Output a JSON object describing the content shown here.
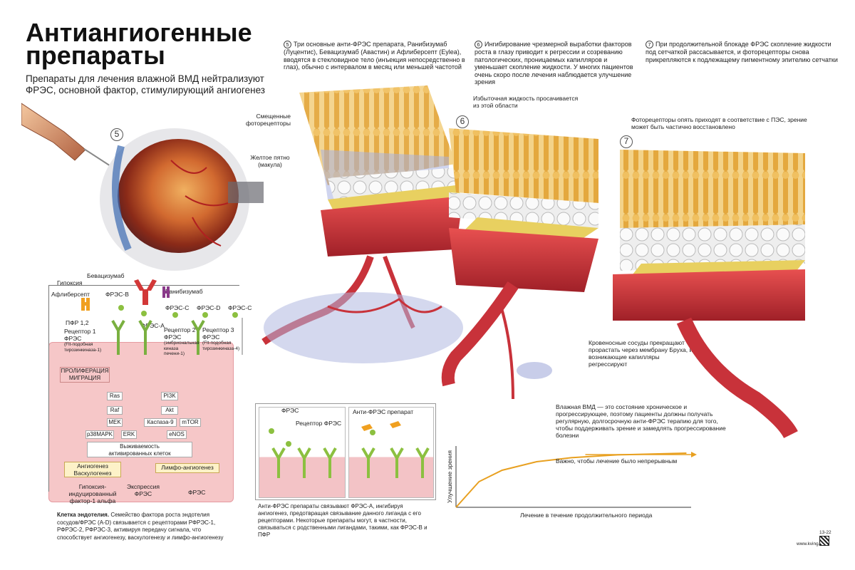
{
  "header": {
    "title_line1": "Антиангиогенные",
    "title_line2": "препараты",
    "subtitle_line1": "Препараты для лечения влажной ВМД нейтрализуют",
    "subtitle_line2": "ФРЭС, основной фактор, стимулирующий ангиогенез"
  },
  "steps": {
    "s5": {
      "num": "5",
      "text": "Три основные анти-ФРЭС препарата, Ранибизумаб (Луцентис), Бевацизумаб (Авастин) и Афлиберсепт (Eylea), вводятся в стекловидное тело (инъекция непосредственно в глаз), обычно с интервалом в месяц или меньшей частотой"
    },
    "s6": {
      "num": "6",
      "text": "Ингибирование чрезмерной выработки факторов роста в глазу приводит к регрессии и созреванию патологических, проницаемых капилляров и уменьшает скопление жидкости. У многих пациентов очень скоро после лечения наблюдается улучшение зрения"
    },
    "s7": {
      "num": "7",
      "text": "При продолжительной блокаде ФРЭС скопление жидкости под сетчаткой рассасывается, и фоторецепторы снова прикрепляются к подлежащему пигментному эпителию сетчатки"
    }
  },
  "labels": {
    "displaced": "Смещенные фоторецепторы",
    "macula": "Желтое пятно (макула)",
    "fluid": "Избыточная жидкость просачивается из этой области",
    "photo_back": "Фоторецепторы опять приходят в соответствие с ПЭС, зрение может быть частично восстановлено",
    "vessels": "Кровеносные сосуды прекращают прорастать через мембрану Бруха, и возникающие капилляры регрессируют",
    "wet_amd": "Влажная ВМД — это состояние хроническое и прогрессирующее, поэтому пациенты должны получать регулярную, долгосрочную анти-ФРЭС терапию для того, чтобы поддерживать зрение и замедлять прогрессирование болезни"
  },
  "pathway": {
    "hypoxia": "Гипоксия",
    "bevacizumab": "Бевацизумаб",
    "aflibercept": "Афлиберсепт",
    "ranibizumab": "Ранибизумаб",
    "vegf_b": "ФРЭС-B",
    "vegf_a": "ФРЭС-A",
    "vegf_c1": "ФРЭС-C",
    "vegf_d": "ФРЭС-D",
    "vegf_c2": "ФРЭС-C",
    "pgf": "ПФР 1,2",
    "r1": "Рецептор 1 ФРЭС",
    "r1_sub": "(Flt-подобная тирозинкиназа-1)",
    "r2": "Рецептор 2 ФРЭС",
    "r2_sub": "(эмбриональная киназа печени-1)",
    "r3": "Рецептор 3 ФРЭС",
    "r3_sub": "(Flt-подобная тирозинкиназа-4)",
    "prolif": "ПРОЛИФЕРАЦИЯ МИГРАЦИЯ",
    "ras": "Ras",
    "raf": "Raf",
    "mek": "MEK",
    "p38": "p38MAPK",
    "erk": "ERK",
    "pi3k": "PI3K",
    "akt": "Akt",
    "casp": "Каспаза-9",
    "mtor": "mTOR",
    "enos": "eNOS",
    "survival": "Выживаемость активированных клеток",
    "angio": "Ангиогенез Васкулогенез",
    "lymph": "Лимфо-ангиогенез",
    "hif": "Гипоксия-индуцированный фактор-1 альфа",
    "expr": "Экспрессия ФРЭС",
    "vegf_bottom": "ФРЭС",
    "caption_bold": "Клетка эндотелия.",
    "caption": "Семейство фактора роста эндотелия сосудов/ФРЭС (А-D) связывается с рецепторами РФРЭС-1, РФРЭС-2, РФРЭС-3, активируя передачу сигнала, что способствует ангиогенезу, васкулогенезу и лимфо-ангиогенезу"
  },
  "inset": {
    "left_label1": "ФРЭС",
    "left_label2": "Рецептор ФРЭС",
    "right_label": "Анти-ФРЭС препарат",
    "caption": "Анти-ФРЭС препараты связывают ФРЭС-А, ингибируя ангиогенез, предотвращая связывание данного лиганда с его рецепторами. Некоторые препараты могут, в частности, связываться с родственными лигандами, такими, как ФРЭС-B и ПФР"
  },
  "chart_data": {
    "type": "line",
    "ylabel": "Улучшение зрения",
    "xlabel": "Лечение в течение продолжительного периода",
    "annotation": "Важно, чтобы лечение было непрерывным",
    "x": [
      0,
      0.1,
      0.2,
      0.35,
      0.5,
      0.7,
      1.0
    ],
    "y": [
      0,
      0.45,
      0.65,
      0.8,
      0.87,
      0.92,
      0.95
    ]
  },
  "footer": {
    "code": "13-22",
    "site": "www.kving.ru"
  },
  "colors": {
    "vessel": "#c8323a",
    "photoreceptor": "#e0a840",
    "rpe": "#d8d8d8",
    "membrane": "#e8d060",
    "curve": "#e8a020"
  }
}
